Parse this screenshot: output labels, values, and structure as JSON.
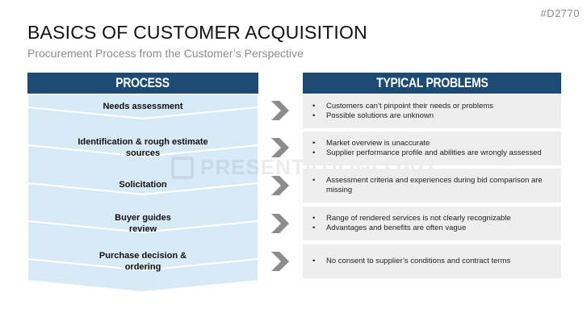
{
  "tag": "#D2770",
  "title": "BASICS OF CUSTOMER ACQUISITION",
  "subtitle": "Procurement Process from the Customer’s Perspective",
  "watermark": "PRESENTATIONLOAD",
  "headers": {
    "process": "PROCESS",
    "problems": "TYPICAL PROBLEMS"
  },
  "colors": {
    "header": "#1e4b73",
    "chevron": "#d9eaf7",
    "box": "#eeeeee",
    "arrow": "#8c8c8c"
  },
  "steps": [
    {
      "label": "Needs assessment",
      "problems": [
        "Customers can’t pinpoint their needs or problems",
        "Possible solutions are unknown"
      ]
    },
    {
      "label": "Identification & rough estimate sources",
      "problems": [
        "Market overview is unaccurate",
        "Supplier performance profile and abilities are wrongly assessed"
      ]
    },
    {
      "label": "Solicitation",
      "problems": [
        "Assessment criteria and experiences during bid comparison are missing"
      ]
    },
    {
      "label": "Buyer guides review",
      "problems": [
        "Range of rendered services is not clearly recognizable",
        "Advantages and benefits are often vague"
      ]
    },
    {
      "label": "Purchase decision & ordering",
      "problems": [
        "No consent to supplier’s conditions and contract terms"
      ]
    }
  ]
}
